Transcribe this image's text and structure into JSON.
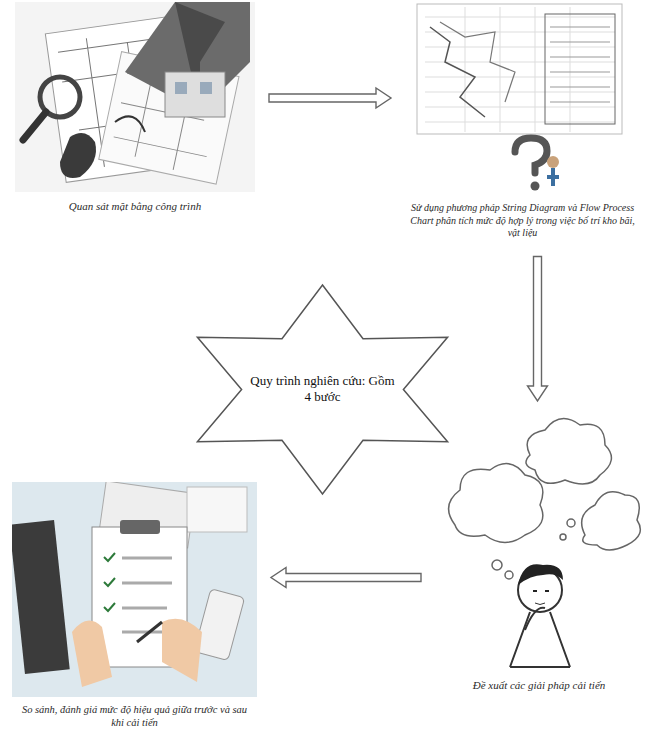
{
  "diagram": {
    "nodes": [
      {
        "text": [
          "Quan sát mặt bằng công trình"
        ]
      },
      {
        "text": [
          "Sử dụng phương pháp String Diagram và Flow Process Chart phân tích mức độ hợp lý trong việc bố trí kho bãi, vật liệu"
        ]
      },
      {
        "text": [
          "Quy trình nghiên cứu: Gồm 4 bước"
        ]
      },
      {
        "text": [
          "So sánh, đánh giá mức độ hiệu quả giữa trước và sau khi cải tiến"
        ]
      },
      {
        "text": [
          "Đề xuất các giải pháp cải tiến"
        ]
      }
    ],
    "edges": [
      {
        "from": 0,
        "to": 1,
        "arrow": "to"
      },
      {
        "from": 1,
        "to": 4,
        "arrow": "to"
      },
      {
        "from": 4,
        "to": 3,
        "arrow": "to"
      }
    ]
  }
}
